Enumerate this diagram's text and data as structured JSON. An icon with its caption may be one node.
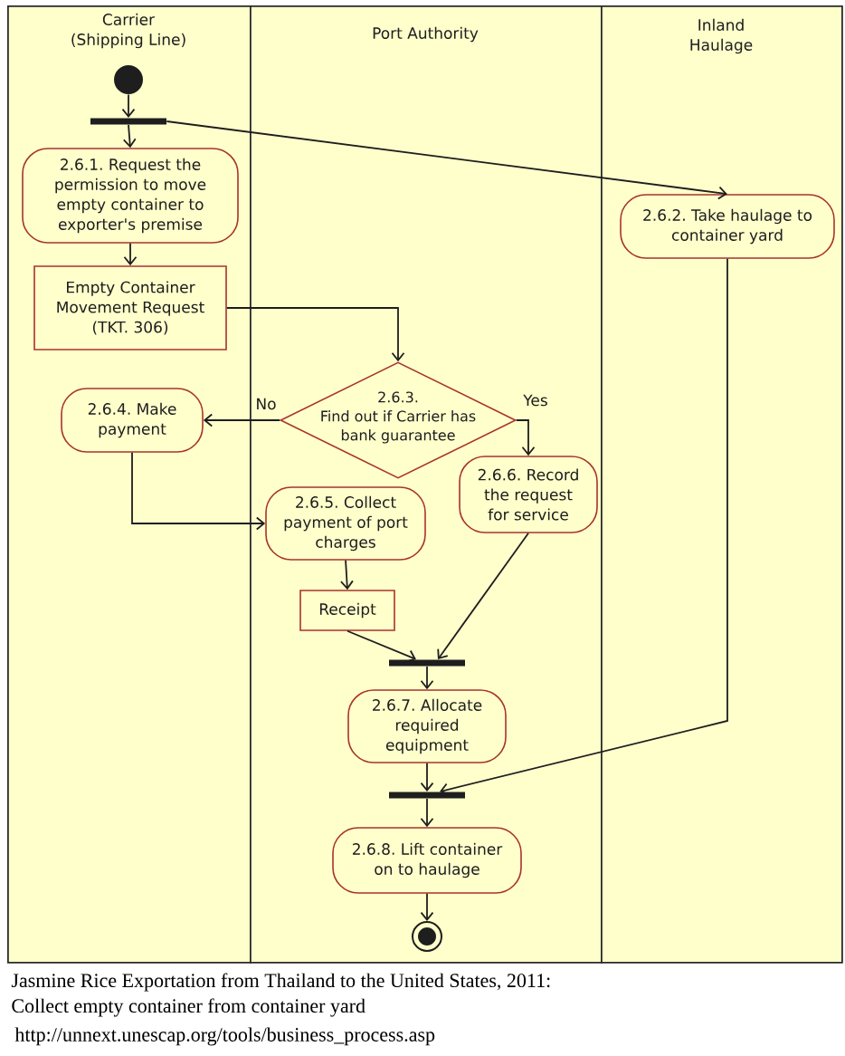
{
  "diagram": {
    "caption": "Jasmine Rice Exportation from Thailand to the United States, 2011: Collect empty container from container yard",
    "nodes": [
      {
        "text": [
          "Carrier (Shipping Line)"
        ]
      },
      {
        "text": [
          "Port Authority"
        ]
      },
      {
        "text": [
          "Inland Haulage"
        ]
      },
      {
        "text": [],
        "shape": "circle",
        "in": 0
      },
      {
        "text": [],
        "shape": "bar",
        "in": 0
      },
      {
        "text": [
          "2.6.1. Request the permission to move empty container to exporter's premise"
        ],
        "in": 0
      },
      {
        "text": [
          "2.6.2. Take haulage to container yard"
        ],
        "in": 2
      },
      {
        "text": [
          "Empty Container Movement Request (TKT. 306)"
        ],
        "in": 0
      },
      {
        "text": [
          "2.6.3.",
          "Find out if Carrier has bank guarantee"
        ],
        "in": 1
      },
      {
        "text": [
          "2.6.4. Make payment"
        ],
        "in": 0
      },
      {
        "text": [
          "2.6.6. Record the request for service"
        ],
        "in": 1
      },
      {
        "text": [
          "2.6.5. Collect payment of port charges"
        ],
        "in": 1
      },
      {
        "text": [
          "Receipt"
        ],
        "in": 1
      },
      {
        "text": [],
        "shape": "bar",
        "in": 1
      },
      {
        "text": [
          "2.6.7. Allocate required equipment"
        ],
        "in": 1
      },
      {
        "text": [],
        "shape": "bar",
        "in": 1
      },
      {
        "text": [
          "2.6.8. Lift container on to haulage"
        ],
        "in": 1
      },
      {
        "text": [],
        "shape": "circle",
        "in": 1
      }
    ],
    "edges": [
      {
        "from": 3,
        "to": 4,
        "arrow": "to"
      },
      {
        "from": 4,
        "to": 5,
        "arrow": "to"
      },
      {
        "from": 4,
        "to": 6,
        "arrow": "to"
      },
      {
        "from": 5,
        "to": 7,
        "arrow": "to"
      },
      {
        "from": 7,
        "to": 8,
        "arrow": "to"
      },
      {
        "from": 8,
        "to": 9,
        "arrow": "to",
        "label": "No"
      },
      {
        "from": 8,
        "to": 10,
        "arrow": "to",
        "label": "Yes"
      },
      {
        "from": 9,
        "to": 11,
        "arrow": "to"
      },
      {
        "from": 11,
        "to": 12,
        "arrow": "to"
      },
      {
        "from": 12,
        "to": 13,
        "arrow": "to"
      },
      {
        "from": 10,
        "to": 13,
        "arrow": "to"
      },
      {
        "from": 13,
        "to": 14,
        "arrow": "to"
      },
      {
        "from": 14,
        "to": 15,
        "arrow": "to"
      },
      {
        "from": 6,
        "to": 15,
        "arrow": "to"
      },
      {
        "from": 15,
        "to": 16,
        "arrow": "to"
      },
      {
        "from": 16,
        "to": 17,
        "arrow": "to"
      }
    ],
    "labels": [
      "http://unnext.unescap.org/tools/business_process.asp"
    ]
  }
}
